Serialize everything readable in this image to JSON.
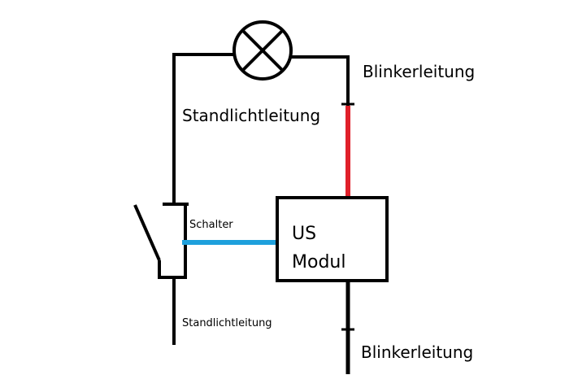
{
  "labels": {
    "top_right": "Blinkerleitung",
    "top_left": "Standlichtleitung",
    "switch": "Schalter",
    "bottom_left": "Standlichtleitung",
    "bottom_right": "Blinkerleitung",
    "module_line1": "US",
    "module_line2": "Modul"
  },
  "colors": {
    "wire": "#000000",
    "red_wire": "#e0202a",
    "blue_wire": "#1ea0dc"
  },
  "icons": {
    "lamp": "lamp-icon",
    "switch": "switch-icon"
  }
}
